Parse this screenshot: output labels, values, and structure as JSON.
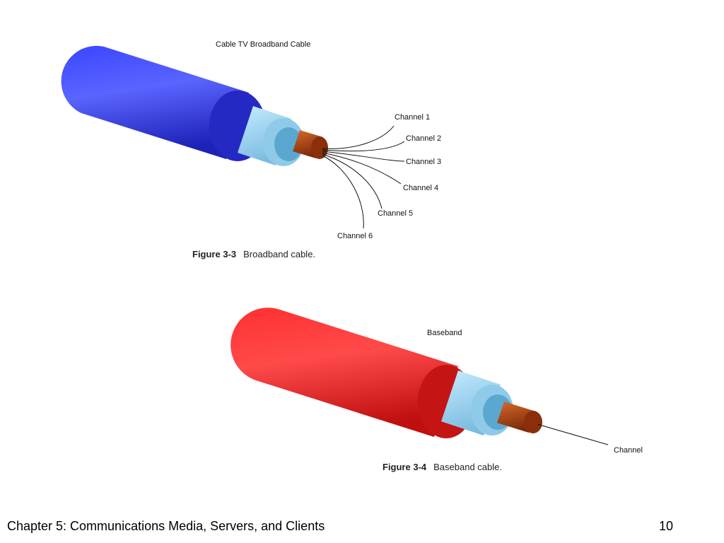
{
  "figure1": {
    "title": "Cable TV Broadband Cable",
    "channels": [
      "Channel 1",
      "Channel 2",
      "Channel 3",
      "Channel 4",
      "Channel 5",
      "Channel 6"
    ],
    "caption_number": "Figure 3-3",
    "caption_text": "Broadband cable.",
    "jacket_color": "#3a3ff0",
    "insulator_color": "#a8dcf0",
    "core_color": "#b84a18"
  },
  "figure2": {
    "title": "Baseband",
    "channel": "Channel",
    "caption_number": "Figure 3-4",
    "caption_text": "Baseband cable.",
    "jacket_color": "#ee1c1c",
    "insulator_color": "#a8dcf0",
    "core_color": "#b84a18"
  },
  "footer": {
    "title": "Chapter 5:  Communications Media, Servers, and Clients",
    "page": "10"
  }
}
